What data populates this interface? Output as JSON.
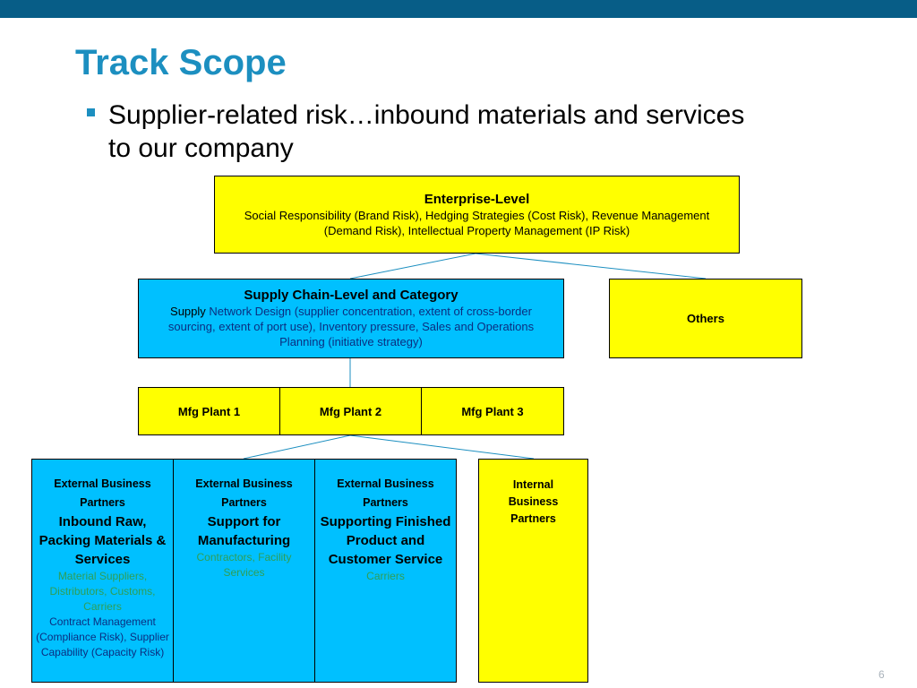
{
  "slide": {
    "title": "Track Scope",
    "bullet": "Supplier-related risk…inbound materials and services to our company",
    "page_number": "6"
  },
  "enterprise": {
    "heading": "Enterprise-Level",
    "body": "Social Responsibility (Brand Risk), Hedging Strategies (Cost Risk), Revenue Management (Demand Risk), Intellectual Property Management (IP Risk)"
  },
  "supply_chain": {
    "heading": "Supply Chain-Level and Category",
    "body_prefix": "Supply",
    "body": " Network Design (supplier concentration, extent of cross-border sourcing, extent of port use), Inventory pressure, Sales and Operations Planning (initiative strategy)"
  },
  "others": {
    "label": "Others"
  },
  "plants": [
    "Mfg Plant 1",
    "Mfg Plant 2",
    "Mfg Plant 3"
  ],
  "partners": {
    "inbound": {
      "label": "External Business Partners",
      "heading": "Inbound Raw, Packing Materials & Services",
      "examples": "Material Suppliers, Distributors, Customs, Carriers",
      "risks": "Contract Management (Compliance Risk), Supplier Capability (Capacity Risk)"
    },
    "manufacturing": {
      "label": "External Business Partners",
      "heading": "Support for Manufacturing",
      "examples": "Contractors, Facility Services"
    },
    "finished": {
      "label": "External Business Partners",
      "heading": "Supporting Finished Product and Customer Service",
      "examples": "Carriers"
    },
    "internal": {
      "label": "Internal Business Partners"
    }
  },
  "colors": {
    "top_bar": "#075d87",
    "title": "#1c8fc0",
    "yellow_box": "#ffff00",
    "cyan_box": "#00c0ff",
    "connector": "#1c8fc0",
    "example_text": "#2f9e55"
  }
}
